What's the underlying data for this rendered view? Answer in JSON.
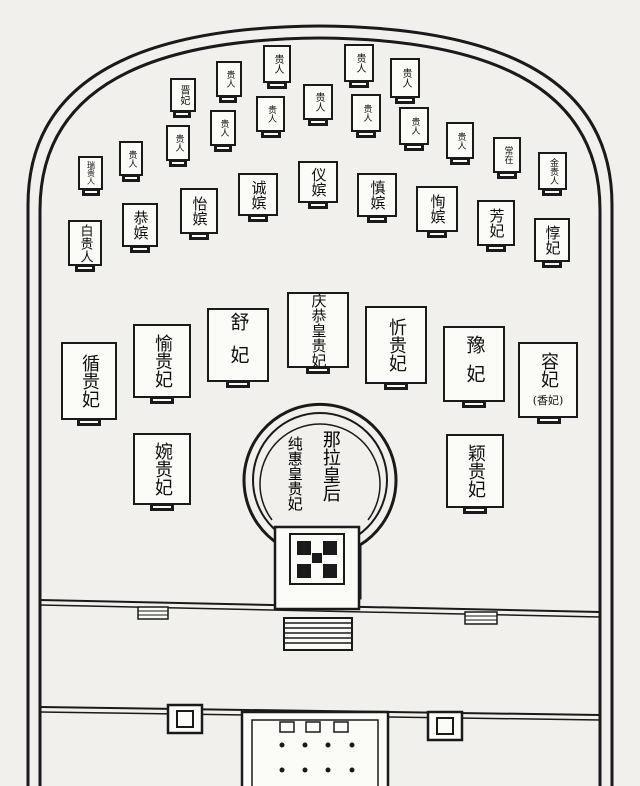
{
  "tombs": {
    "r1_a": "瑞贵人",
    "r1_b": "贵人",
    "r1_c": "贵人",
    "r1_d": "贵人",
    "r1_e": "贵人",
    "r1_f": "晋妃",
    "r1_g": "贵人",
    "r1_h": "贵人",
    "r1_i": "贵人",
    "r1_j": "贵人",
    "r1_k": "贵人",
    "r1_l": "贵人",
    "r1_m": "贵人",
    "r1_n": "贵人",
    "r1_o": "常在",
    "r1_p": "金贵人",
    "r2_a": "白贵人",
    "r2_b": "恭嫔",
    "r2_c": "怡嫔",
    "r2_d": "诚嫔",
    "r2_e": "仪嫔",
    "r2_f": "慎嫔",
    "r2_g": "恂嫔",
    "r2_h": "芳妃",
    "r2_i": "惇妃",
    "r3_a": "循贵妃",
    "r3_b": "愉贵妃",
    "r3_c": "舒妃",
    "r3_d": "庆恭皇贵妃",
    "r3_e": "忻贵妃",
    "r3_f": "豫妃",
    "r3_g_main": "容妃",
    "r3_g_sub": "(香妃)",
    "r4_a": "婉贵妃",
    "r4_b": "颖贵妃",
    "center_left": "纯惠皇贵妃",
    "center_right": "那拉皇后"
  }
}
